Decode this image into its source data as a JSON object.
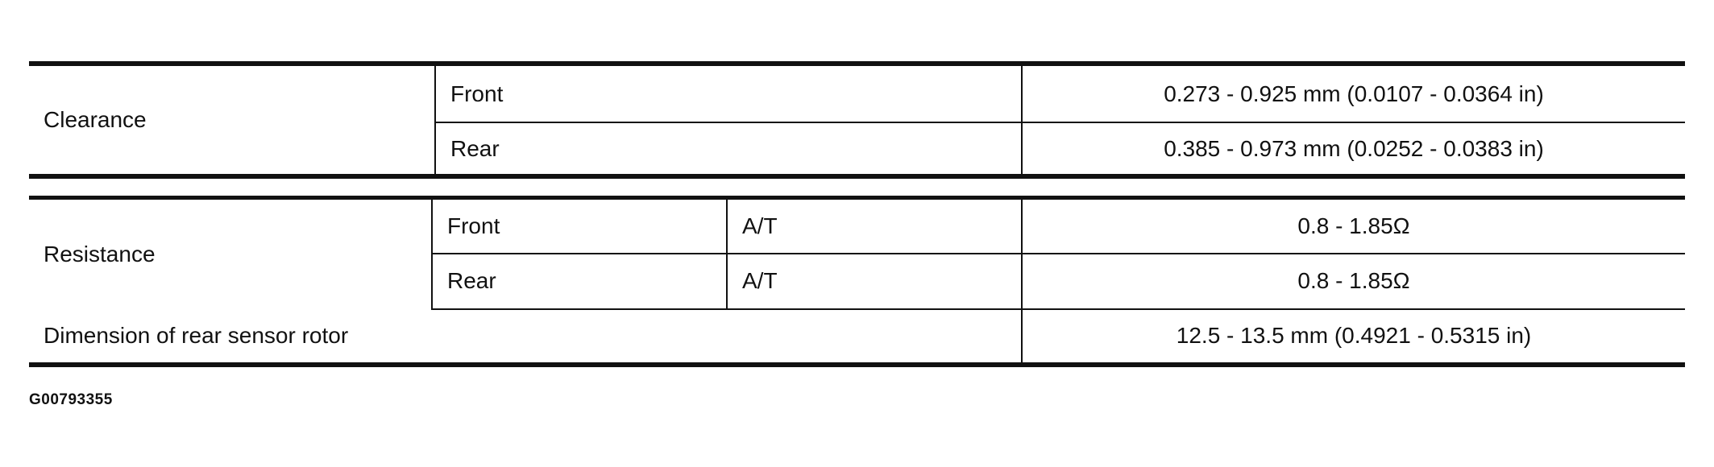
{
  "clearance": {
    "label": "Clearance",
    "rows": [
      {
        "position": "Front",
        "value": "0.273 - 0.925 mm (0.0107 - 0.0364 in)"
      },
      {
        "position": "Rear",
        "value": "0.385 - 0.973 mm (0.0252 - 0.0383 in)"
      }
    ]
  },
  "resistance": {
    "label": "Resistance",
    "rows": [
      {
        "position": "Front",
        "transmission": "A/T",
        "value": "0.8 - 1.85Ω"
      },
      {
        "position": "Rear",
        "transmission": "A/T",
        "value": "0.8 - 1.85Ω"
      }
    ]
  },
  "dimension": {
    "label": "Dimension of rear sensor rotor",
    "value": "12.5 - 13.5 mm (0.4921 - 0.5315 in)"
  },
  "figure_id": "G00793355"
}
